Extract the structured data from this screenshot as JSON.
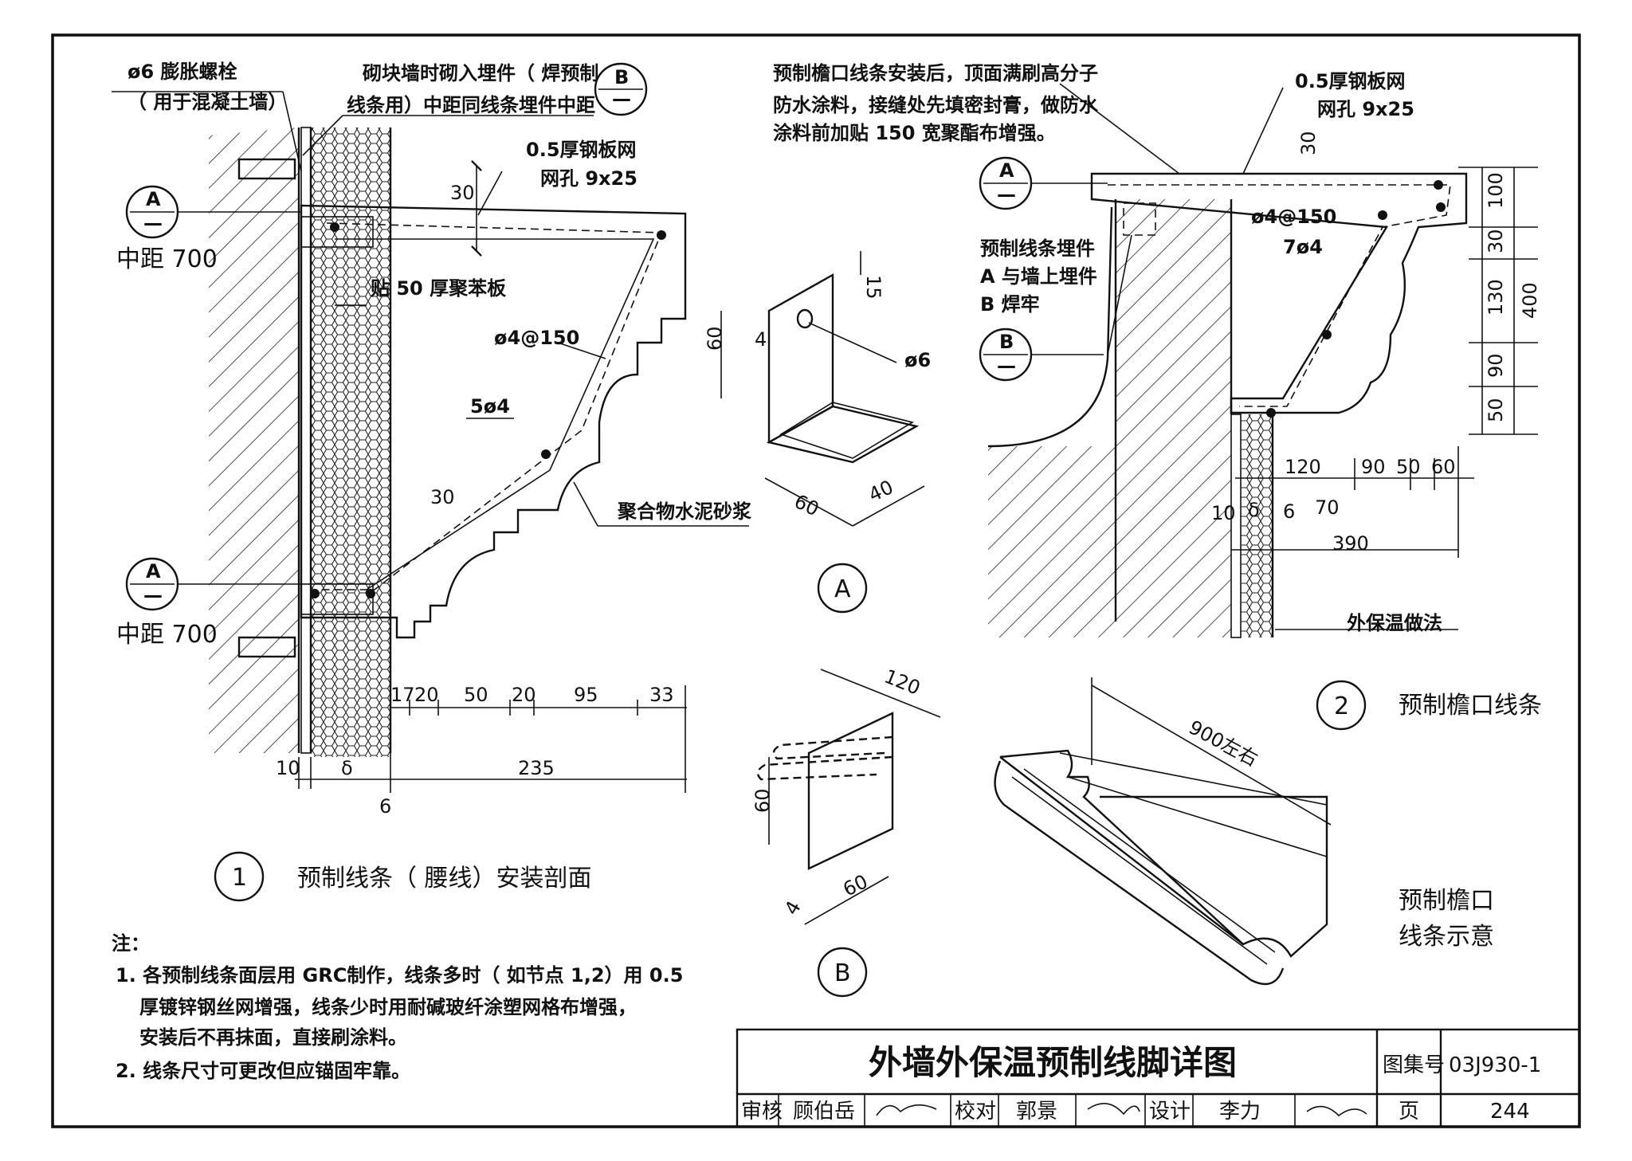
{
  "detail1": {
    "bolt_title": "ø6 膨胀螺栓",
    "bolt_note": "（ 用于混凝土墙）",
    "embed_line1": "砌块墙时砌入埋件（ 焊预制",
    "embed_line2": "线条用）中距同线条埋件中距",
    "callout_B": "B",
    "callout_dash": "—",
    "callout_A_top": "A",
    "callout_A_bot": "A",
    "spacing_top": "中距 700",
    "spacing_bot": "中距 700",
    "mesh_line1": "0.5厚钢板网",
    "mesh_line2": "网孔 9x25",
    "dim_30_top": "30",
    "eps_board": "贴 50 厚聚苯板",
    "rebar_stirrup": "ø4@150",
    "rebar_main": "5ø4",
    "dim_30_slope": "30",
    "mortar": "聚合物水泥砂浆",
    "dims_row": [
      "17",
      "20",
      "50",
      "20",
      "95",
      "33"
    ],
    "dim_10": "10",
    "dim_delta": "δ",
    "dim_235": "235",
    "dim_6": "6",
    "number": "1",
    "title": "预制线条（ 腰线）安装剖面"
  },
  "detailA": {
    "dim_15": "15",
    "dim_60": "60",
    "dim_4": "4",
    "hole": "ø6",
    "dim_60_bottom": "60",
    "dim_40": "40",
    "label": "A"
  },
  "detailB": {
    "dim_120": "120",
    "dim_60_side": "60",
    "dim_60_bottom": "60",
    "dim_4": "4",
    "label": "B"
  },
  "detail2": {
    "note_line1": "预制檐口线条安装后，顶面满刷高分子",
    "note_line2": "防水涂料，接缝处先填密封膏，做防水",
    "note_line3": "涂料前加贴 150 宽聚酯布增强。",
    "mesh_line1": "0.5厚钢板网",
    "mesh_line2": "网孔 9x25",
    "dim_30": "30",
    "callout_A": "A",
    "callout_B": "B",
    "callout_dash": "—",
    "rebar_stirrup": "ø4@150",
    "rebar_main": "7ø4",
    "embed_line1": "预制线条埋件",
    "embed_line2": "A 与墙上埋件",
    "embed_line3": "B 焊牢",
    "right_dims": [
      "100",
      "30",
      "130",
      "90",
      "50"
    ],
    "total_400": "400",
    "bottom_dims": [
      "120",
      "90",
      "50",
      "60"
    ],
    "dim_10": "10",
    "dim_delta": "δ",
    "dim_6": "6",
    "dim_70": "70",
    "dim_390": "390",
    "insulation": "外保温做法",
    "number": "2",
    "title": "预制檐口线条"
  },
  "perspective": {
    "length": "900左右",
    "caption_line1": "预制檐口",
    "caption_line2": "线条示意"
  },
  "notes": {
    "heading": "注：",
    "n1_line1": "1. 各预制线条面层用 GRC制作，线条多时（ 如节点 1,2）用 0.5",
    "n1_line2": "厚镀锌钢丝网增强，线条少时用耐碱玻纤涂塑网格布增强，",
    "n1_line3": "安装后不再抹面，直接刷涂料。",
    "n2": "2. 线条尺寸可更改但应锚固牢靠。"
  },
  "titleblock": {
    "title": "外墙外保温预制线脚详图",
    "atlas_label": "图集号",
    "atlas_no": "03J930-1",
    "review_label": "审核",
    "reviewer": "顾伯岳",
    "check_label": "校对",
    "checker": "郭景",
    "design_label": "设计",
    "designer": "李力",
    "page_label": "页",
    "page_no": "244"
  }
}
